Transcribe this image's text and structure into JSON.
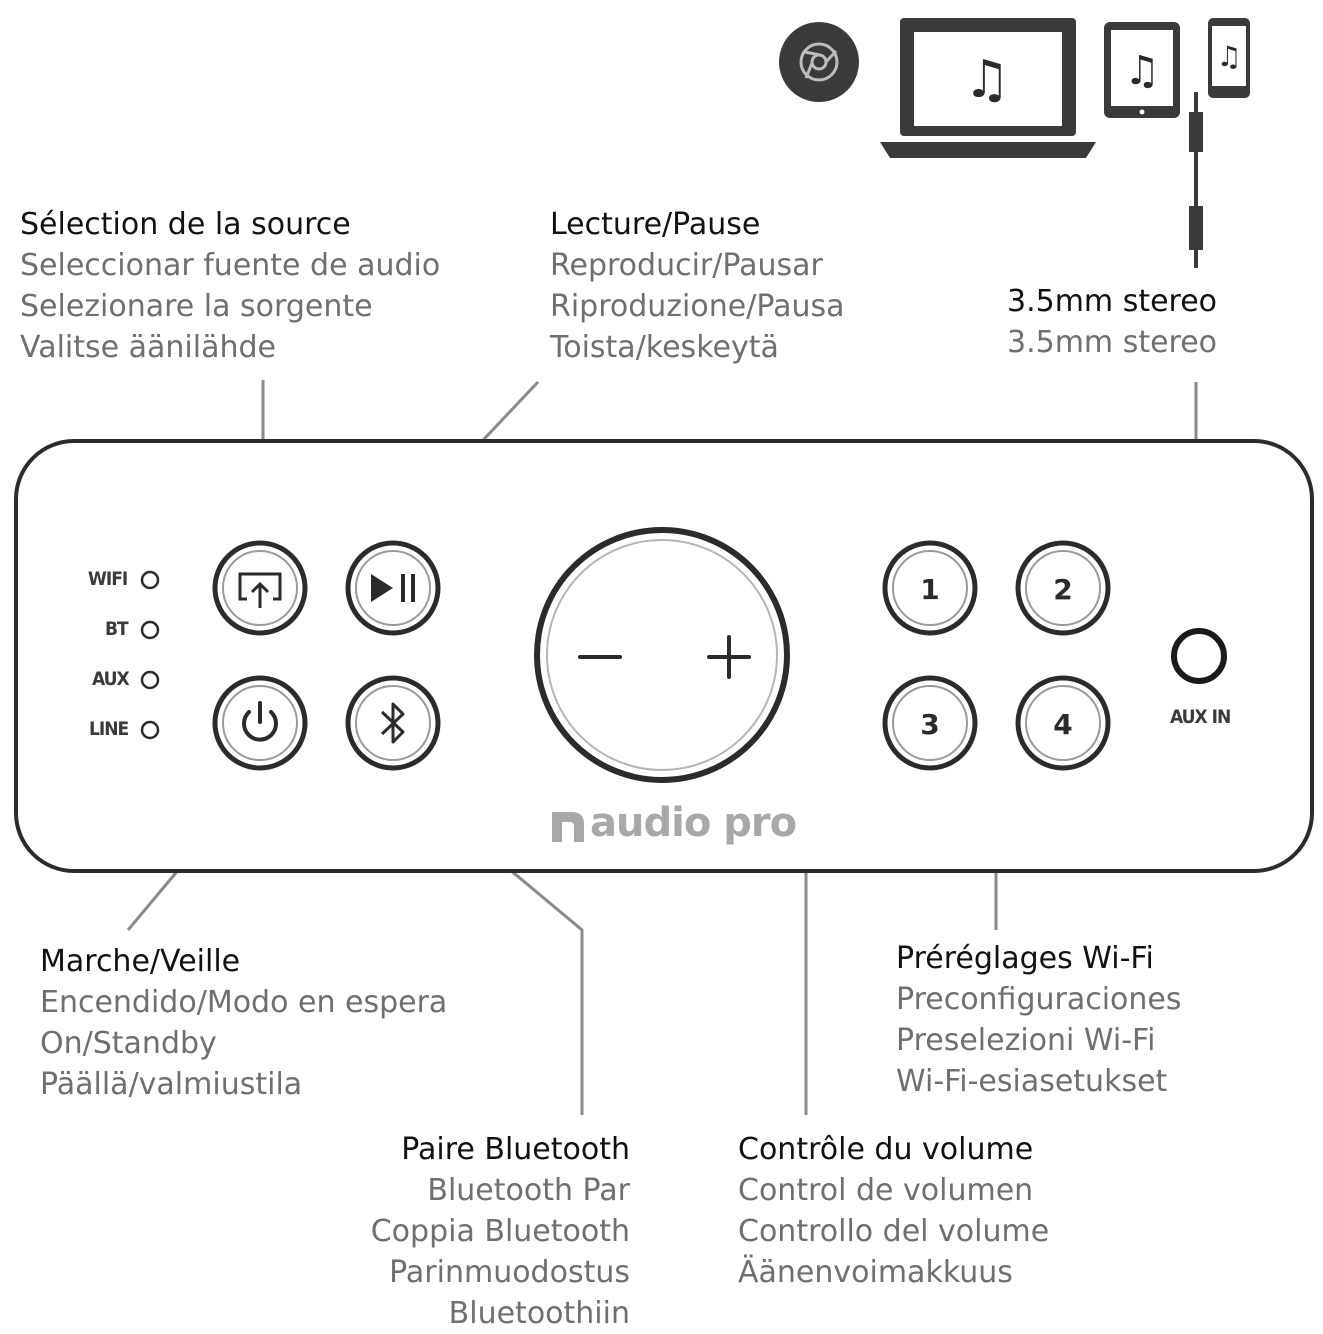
{
  "labels": {
    "source": [
      "Sélection de la source",
      "Seleccionar fuente de audio",
      "Selezionare la sorgente",
      "Valitse äänilähde"
    ],
    "playpause": [
      "Lecture/Pause",
      "Reproducir/Pausar",
      "Riproduzione/Pausa",
      "Toista/keskeytä"
    ],
    "aux": [
      "3.5mm stereo",
      "3.5mm stereo"
    ],
    "power": [
      "Marche/Veille",
      "Encendido/Modo en espera",
      "On/Standby",
      "Päällä/valmiustila"
    ],
    "presets": [
      "Préréglages Wi-Fi",
      "Preconfiguraciones",
      "Preselezioni Wi-Fi",
      "Wi-Fi-esiasetukset"
    ],
    "bluetooth": [
      "Paire Bluetooth",
      "Bluetooth Par",
      "Coppia Bluetooth",
      "Parinmuodostus",
      "Bluetoothiin"
    ],
    "volume": [
      "Contrôle du volume",
      "Control de volumen",
      "Controllo del volume",
      "Äänenvoimakkuus"
    ]
  },
  "indicators": [
    "WIFI",
    "BT",
    "AUX",
    "LINE"
  ],
  "presets": [
    "1",
    "2",
    "3",
    "4"
  ],
  "aux_label": "AUX IN",
  "brand": "audio pro",
  "volume_symbols": {
    "minus": "−",
    "plus": "+"
  },
  "icons": [
    "chromecast-icon",
    "laptop-icon",
    "tablet-icon",
    "phone-icon",
    "music-note-icon",
    "source-icon",
    "play-pause-icon",
    "power-icon",
    "bluetooth-icon"
  ],
  "colors": {
    "ink": "#2b2b2b",
    "grey_text": "#6f6f6f",
    "leader_line": "#8a8a8a",
    "brand": "#a8a8a8"
  }
}
